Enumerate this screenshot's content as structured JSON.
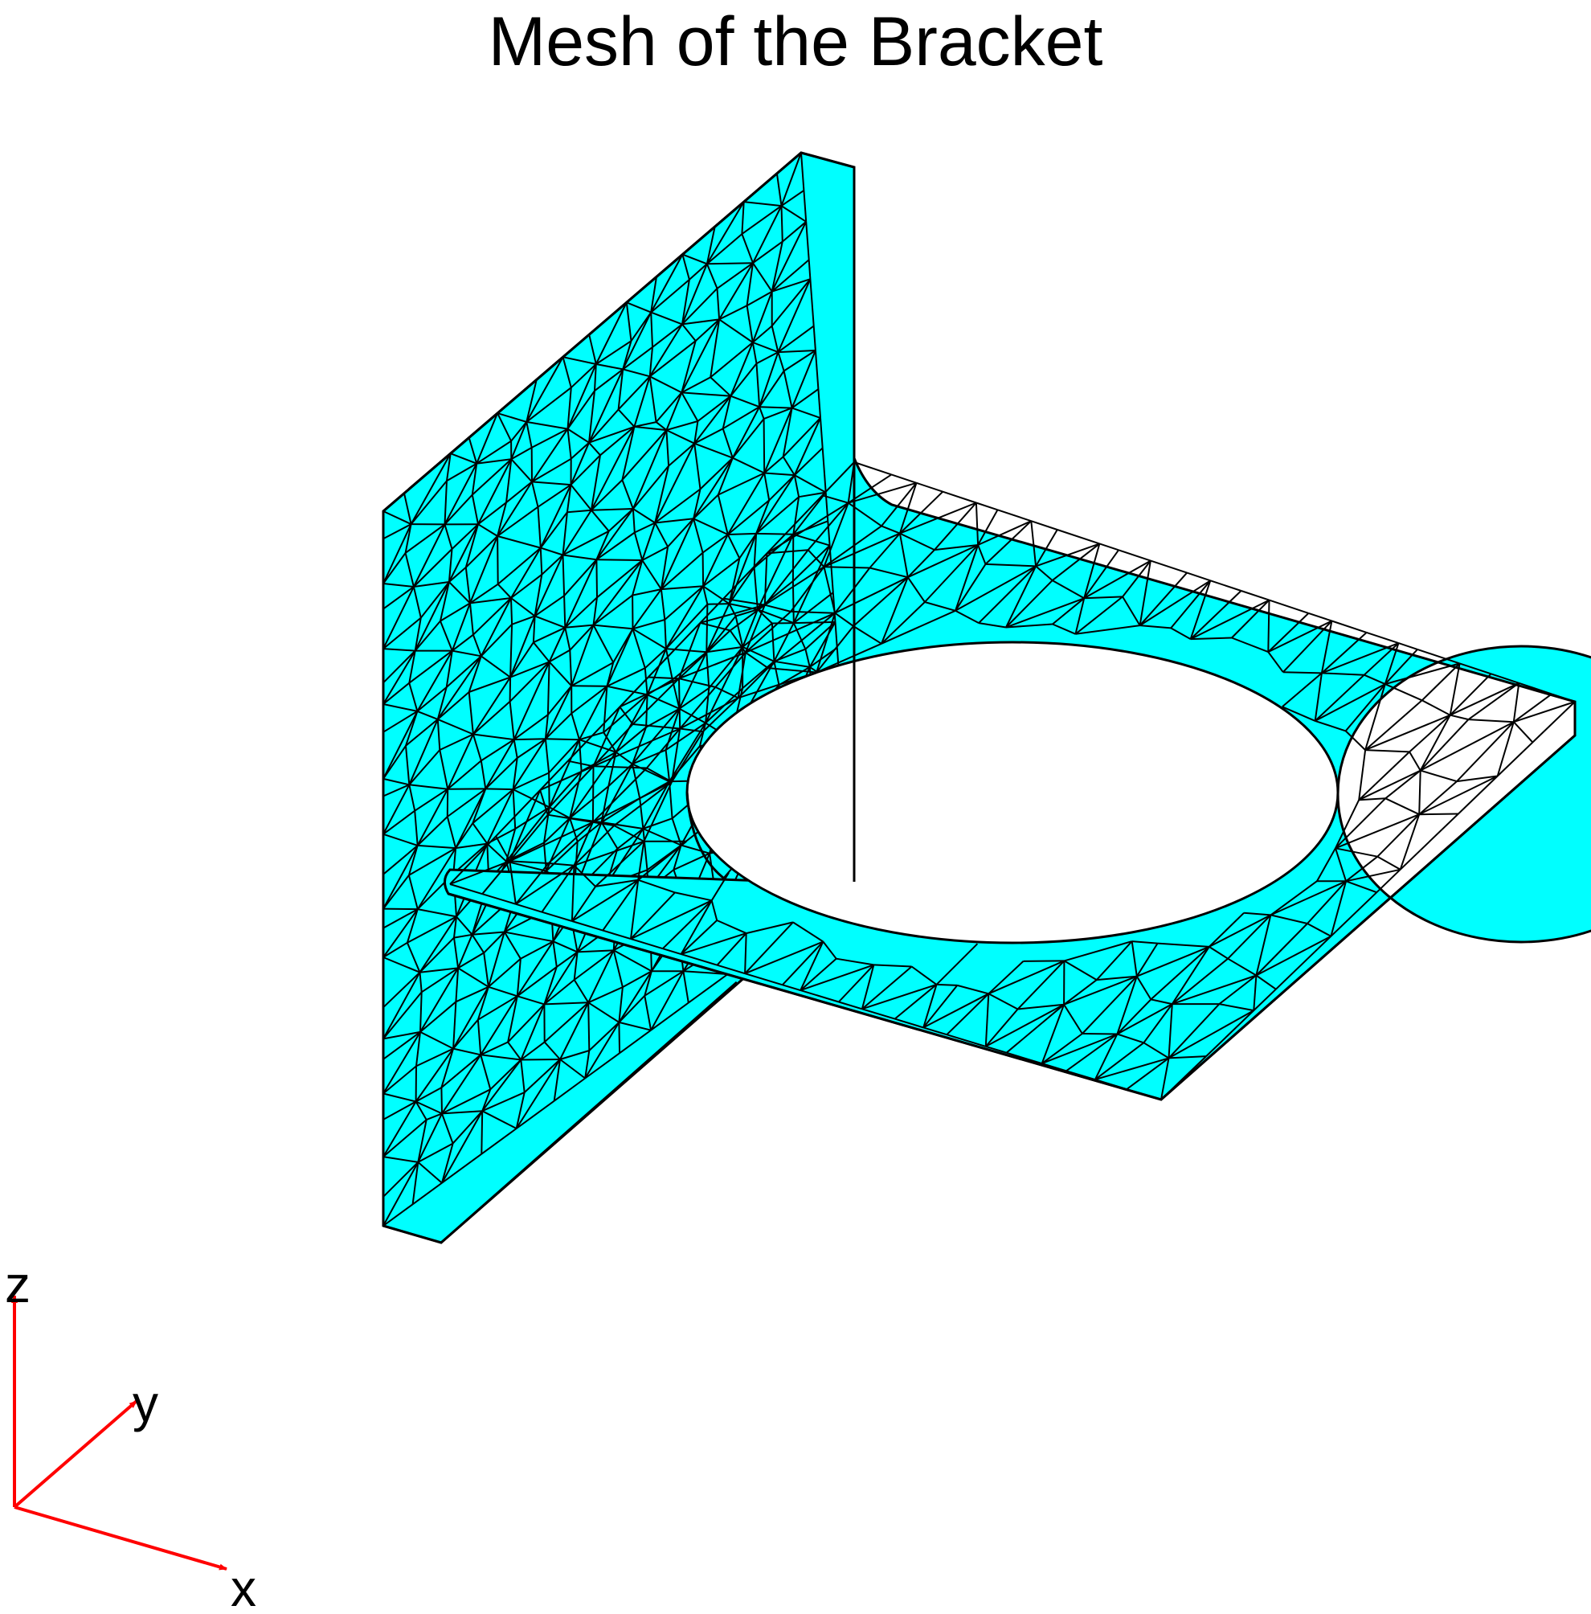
{
  "title": "Mesh of the Bracket",
  "colors": {
    "face": "#00ffff",
    "edge": "#000000",
    "triad": "#ff0000",
    "background": "#ffffff"
  },
  "triad": {
    "x_label": "x",
    "y_label": "y",
    "z_label": "z"
  }
}
